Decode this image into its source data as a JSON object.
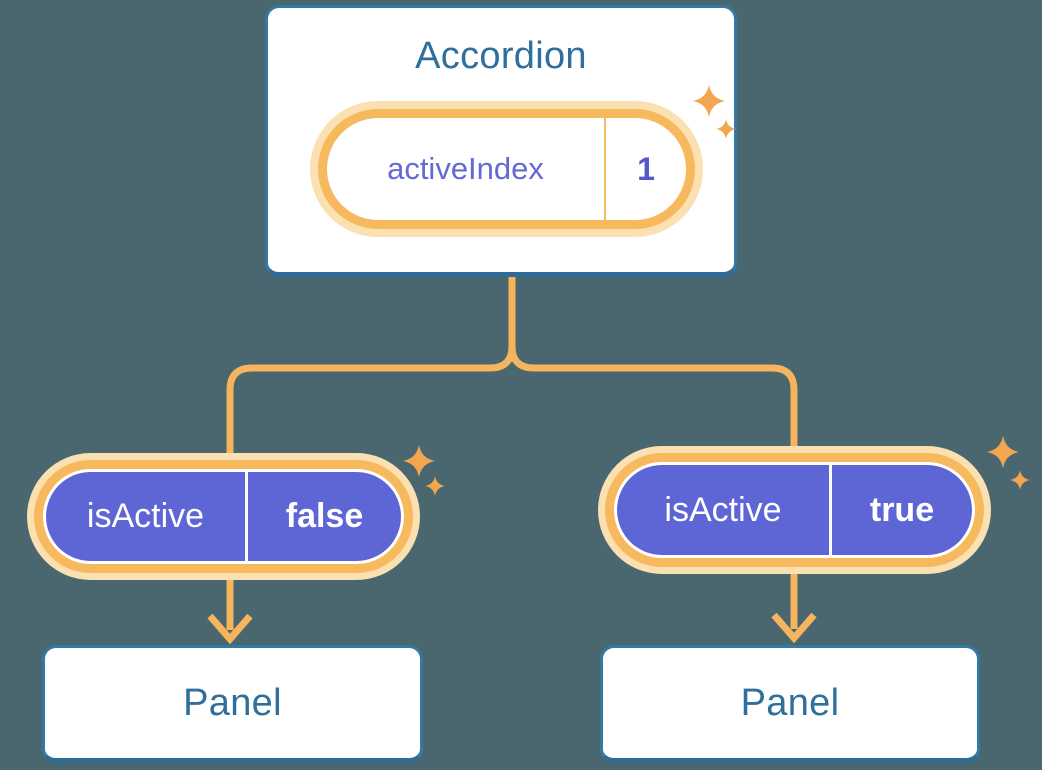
{
  "colors": {
    "background": "#4A666F",
    "connector_orange": "#F6B45C",
    "pill_ring_orange": "#F7B95E",
    "pill_glow_orange": "#FBE0B2",
    "sparkle_orange": "#F1A64F",
    "purple_fill": "#5E66D6",
    "state_name_purple": "#6569D2",
    "state_value_purple": "#5359CC",
    "component_blue": "#2F6F9D",
    "card_border_blue": "#3478A5",
    "card_border_bottom_blue": "#2D6B99"
  },
  "accordion": {
    "title": "Accordion",
    "state_pill": {
      "name": "activeIndex",
      "value": "1"
    }
  },
  "left_branch": {
    "prop_pill": {
      "name": "isActive",
      "value": "false"
    },
    "panel": {
      "title": "Panel"
    }
  },
  "right_branch": {
    "prop_pill": {
      "name": "isActive",
      "value": "true"
    },
    "panel": {
      "title": "Panel"
    }
  }
}
